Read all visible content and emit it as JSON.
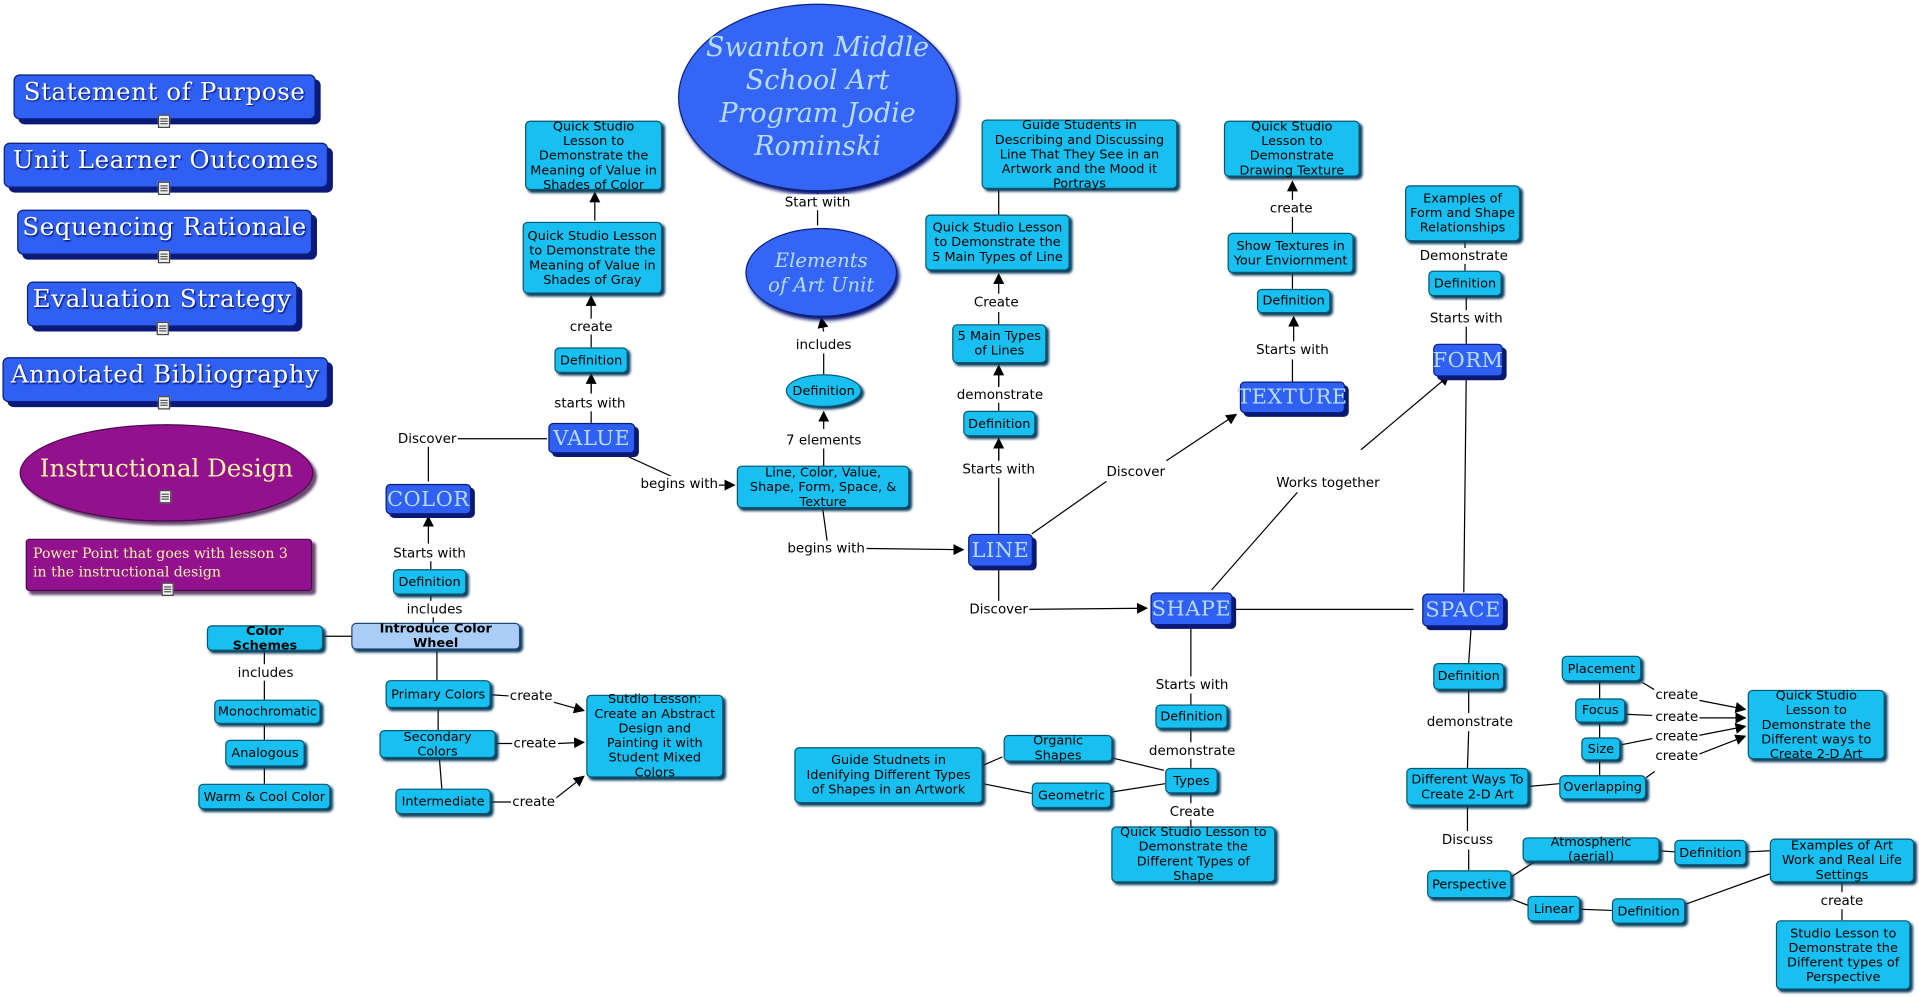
{
  "side_links": [
    {
      "id": "statement",
      "label": "Statement of Purpose"
    },
    {
      "id": "outcomes",
      "label": "Unit Learner Outcomes"
    },
    {
      "id": "sequencing",
      "label": "Sequencing Rationale"
    },
    {
      "id": "evaluation",
      "label": "Evaluation Strategy"
    },
    {
      "id": "bibliography",
      "label": "Annotated Bibliography"
    },
    {
      "id": "instructional",
      "label": "Instructional Design"
    },
    {
      "id": "powerpoint",
      "label": "Power Point that goes with lesson 3 in the instructional design"
    }
  ],
  "nodes": [
    {
      "id": "title",
      "label": "Swanton Middle School Art Program Jodie Rominski"
    },
    {
      "id": "elements",
      "label": "Elements of Art Unit"
    },
    {
      "id": "def_main",
      "label": "Definition"
    },
    {
      "id": "seven",
      "label": "Line, Color, Value, Shape, Form, Space, & Texture"
    },
    {
      "id": "value",
      "label": "VALUE"
    },
    {
      "id": "value_def",
      "label": "Definition"
    },
    {
      "id": "value_gray",
      "label": "Quick Studio Lesson to Demonstrate the Meaning of Value in Shades of Gray"
    },
    {
      "id": "value_color",
      "label": "Quick Studio Lesson to Demonstrate the Meaning of Value in Shades of Color"
    },
    {
      "id": "color",
      "label": "COLOR"
    },
    {
      "id": "color_def",
      "label": "Definition"
    },
    {
      "id": "color_wheel",
      "label": "Introduce Color Wheel"
    },
    {
      "id": "schemes",
      "label": "Color Schemes"
    },
    {
      "id": "mono",
      "label": "Monochromatic"
    },
    {
      "id": "analog",
      "label": "Analogous"
    },
    {
      "id": "warm",
      "label": "Warm & Cool Color"
    },
    {
      "id": "primary",
      "label": "Primary Colors"
    },
    {
      "id": "secondary",
      "label": "Secondary Colors"
    },
    {
      "id": "intermediate",
      "label": "Intermediate"
    },
    {
      "id": "studio_abstract",
      "label": "Sutdio Lesson: Create an Abstract Design and Painting it with Student Mixed Colors"
    },
    {
      "id": "line",
      "label": "LINE"
    },
    {
      "id": "line_def",
      "label": "Definition"
    },
    {
      "id": "line_types",
      "label": "5 Main Types of Lines"
    },
    {
      "id": "line_lesson",
      "label": "Quick Studio Lesson to Demonstrate the 5 Main Types of Line"
    },
    {
      "id": "line_guide",
      "label": "Guide Students in Describing and Discussing Line That They See in an Artwork and the Mood it Portrays"
    },
    {
      "id": "texture",
      "label": "TEXTURE"
    },
    {
      "id": "texture_def",
      "label": "Definition"
    },
    {
      "id": "texture_show",
      "label": "Show Textures in Your Enviornment"
    },
    {
      "id": "texture_lesson",
      "label": "Quick Studio Lesson to Demonstrate Drawing Texture"
    },
    {
      "id": "form",
      "label": "FORM"
    },
    {
      "id": "form_def",
      "label": "Definition"
    },
    {
      "id": "form_examples",
      "label": "Examples of Form and Shape Relationships"
    },
    {
      "id": "shape",
      "label": "SHAPE"
    },
    {
      "id": "shape_def",
      "label": "Definition"
    },
    {
      "id": "types",
      "label": "Types"
    },
    {
      "id": "organic",
      "label": "Organic Shapes"
    },
    {
      "id": "geometric",
      "label": "Geometric"
    },
    {
      "id": "shape_guide",
      "label": "Guide Studnets in Idenifying Different Types of Shapes in an Artwork"
    },
    {
      "id": "shape_lesson",
      "label": "Quick Studio Lesson to Demonstrate the Different Types of Shape"
    },
    {
      "id": "space",
      "label": "SPACE"
    },
    {
      "id": "space_def",
      "label": "Definition"
    },
    {
      "id": "ways",
      "label": "Different Ways To Create 2-D Art"
    },
    {
      "id": "placement",
      "label": "Placement"
    },
    {
      "id": "focus",
      "label": "Focus"
    },
    {
      "id": "size",
      "label": "Size"
    },
    {
      "id": "overlapping",
      "label": "Overlapping"
    },
    {
      "id": "space_lesson",
      "label": "Quick Studio Lesson to Demonstrate the Different ways to Create 2-D Art"
    },
    {
      "id": "perspective",
      "label": "Perspective"
    },
    {
      "id": "atmospheric",
      "label": "Atmospheric (aerial)"
    },
    {
      "id": "atmos_def",
      "label": "Definition"
    },
    {
      "id": "linear",
      "label": "Linear"
    },
    {
      "id": "linear_def",
      "label": "Definition"
    },
    {
      "id": "examples_art",
      "label": "Examples of Art Work and Real Life Settings"
    },
    {
      "id": "persp_lesson",
      "label": "Studio Lesson to Demonstrate the Different types of Perspective"
    }
  ],
  "link_labels": [
    {
      "id": "start_with",
      "label": "Start with"
    },
    {
      "id": "includes_main",
      "label": "includes"
    },
    {
      "id": "seven_elements",
      "label": "7 elements"
    },
    {
      "id": "begins_value",
      "label": "begins with"
    },
    {
      "id": "begins_line",
      "label": "begins with"
    },
    {
      "id": "starts_with_value",
      "label": "starts with"
    },
    {
      "id": "create_value",
      "label": "create"
    },
    {
      "id": "discover_color",
      "label": "Discover"
    },
    {
      "id": "starts_with_color",
      "label": "Starts with"
    },
    {
      "id": "includes_color",
      "label": "includes"
    },
    {
      "id": "includes_schemes",
      "label": "includes"
    },
    {
      "id": "create_primary",
      "label": "create"
    },
    {
      "id": "create_secondary",
      "label": "create"
    },
    {
      "id": "create_intermediate",
      "label": "create"
    },
    {
      "id": "starts_with_line",
      "label": "Starts with"
    },
    {
      "id": "demonstrate_line",
      "label": "demonstrate"
    },
    {
      "id": "create_line",
      "label": "Create"
    },
    {
      "id": "discover_texture",
      "label": "Discover"
    },
    {
      "id": "starts_with_texture",
      "label": "Starts with"
    },
    {
      "id": "create_texture",
      "label": "create"
    },
    {
      "id": "discover_shape",
      "label": "Discover"
    },
    {
      "id": "works_together",
      "label": "Works together"
    },
    {
      "id": "starts_with_form",
      "label": "Starts with"
    },
    {
      "id": "demonstrate_form",
      "label": "Demonstrate"
    },
    {
      "id": "starts_with_shape",
      "label": "Starts with"
    },
    {
      "id": "demonstrate_shape",
      "label": "demonstrate"
    },
    {
      "id": "create_shape",
      "label": "Create"
    },
    {
      "id": "demonstrate_space",
      "label": "demonstrate"
    },
    {
      "id": "discuss",
      "label": "Discuss"
    },
    {
      "id": "create_placement",
      "label": "create"
    },
    {
      "id": "create_focus",
      "label": "create"
    },
    {
      "id": "create_size",
      "label": "create"
    },
    {
      "id": "create_overlapping",
      "label": "create"
    },
    {
      "id": "create_persp",
      "label": "create"
    }
  ],
  "colors": {
    "concept_blue": "#2f5ff3",
    "box_cyan": "#17c0f0",
    "purple": "#93108f",
    "purple_text": "#f7f3a5",
    "light_blue": "#a9cdf6"
  }
}
